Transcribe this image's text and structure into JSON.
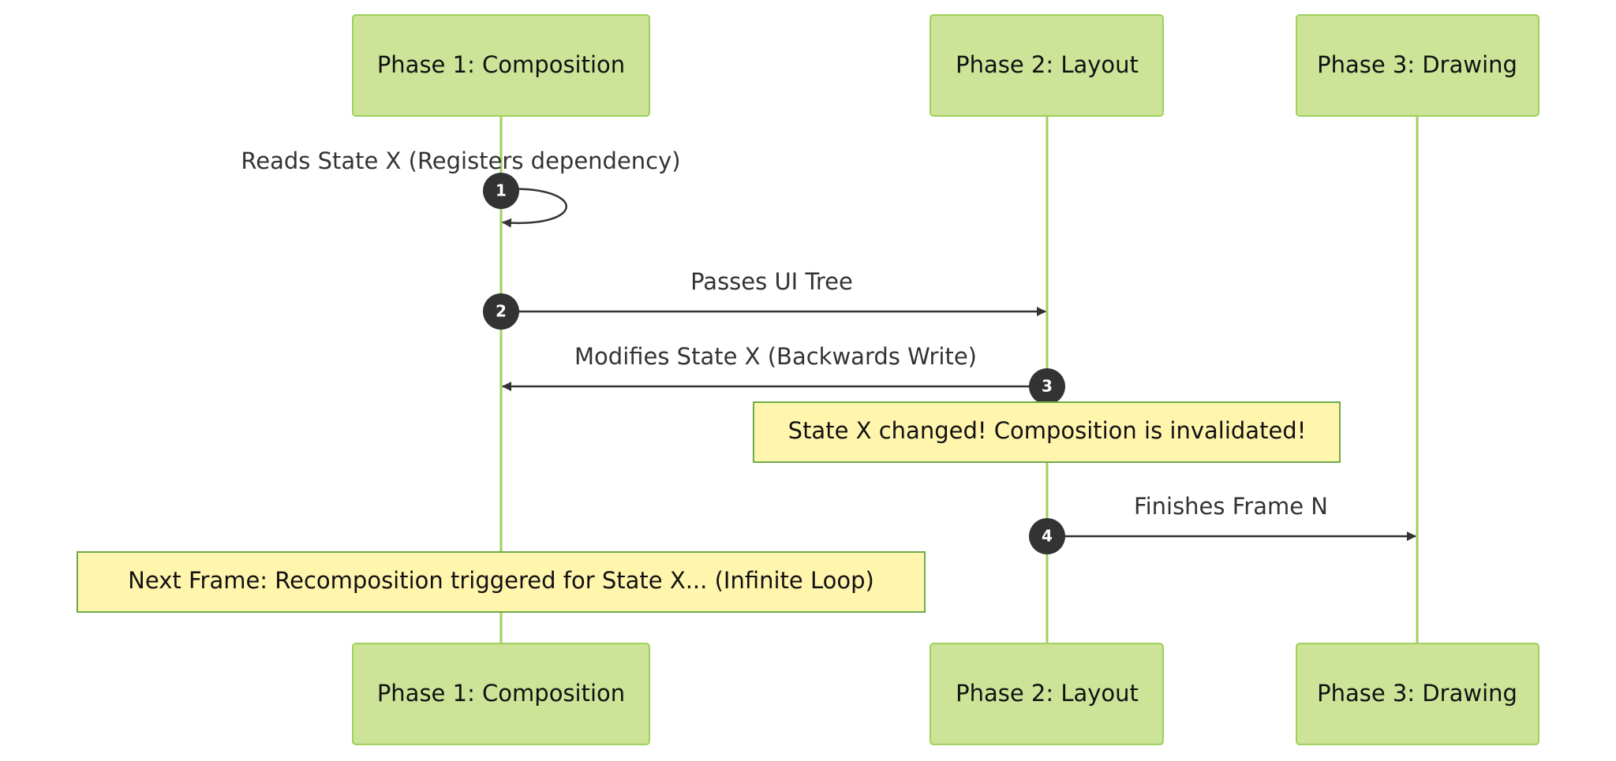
{
  "participants": [
    {
      "id": "p1",
      "label": "Phase 1: Composition"
    },
    {
      "id": "p2",
      "label": "Phase 2: Layout"
    },
    {
      "id": "p3",
      "label": "Phase 3: Drawing"
    }
  ],
  "messages": [
    {
      "number": "1",
      "from": "Phase 1: Composition",
      "to": "Phase 1: Composition",
      "label": "Reads State X (Registers dependency)"
    },
    {
      "number": "2",
      "from": "Phase 1: Composition",
      "to": "Phase 2: Layout",
      "label": "Passes UI Tree"
    },
    {
      "number": "3",
      "from": "Phase 2: Layout",
      "to": "Phase 1: Composition",
      "label": "Modifies State X (Backwards Write)"
    },
    {
      "number": "4",
      "from": "Phase 2: Layout",
      "to": "Phase 3: Drawing",
      "label": "Finishes Frame N"
    }
  ],
  "notes": [
    {
      "label": "State X changed! Composition is invalidated!"
    },
    {
      "label": "Next Frame: Recomposition triggered for State X... (Infinite Loop)"
    }
  ],
  "colors": {
    "actor_fill": "#cde498",
    "actor_stroke": "#9dd15a",
    "lifeline": "#9dd15a",
    "note_fill": "#fff5ad",
    "note_stroke": "#6eaa49",
    "message_line": "#333333",
    "number_badge": "#333333"
  }
}
